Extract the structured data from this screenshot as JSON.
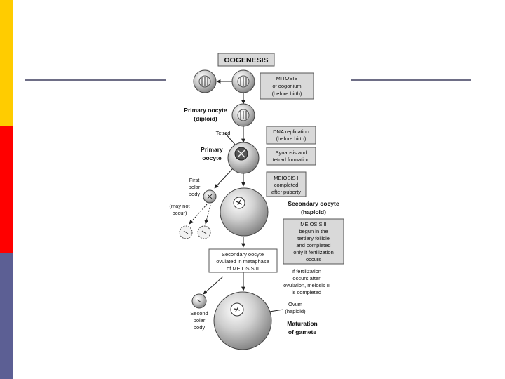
{
  "slide": {
    "accent_colors": {
      "yellow": "#ffcc00",
      "red": "#ff0000",
      "slate": "#5c5f94",
      "rule": "#6e6e86"
    }
  },
  "diagram": {
    "title": "OOGENESIS",
    "box_mitosis": [
      "MITOSIS",
      "of oogonium",
      "(before birth)"
    ],
    "label_primary_diploid": [
      "Primary oocyte",
      "(diploid)"
    ],
    "label_tetrad": "Tetrad",
    "box_dna": [
      "DNA replication",
      "(before birth)"
    ],
    "label_primary": [
      "Primary",
      "oocyte"
    ],
    "box_synapsis": [
      "Synapsis and",
      "tetrad formation"
    ],
    "box_meiosis1": [
      "MEIOSIS I",
      "completed",
      "after puberty"
    ],
    "label_first_polar": [
      "First",
      "polar",
      "body"
    ],
    "label_may_not": [
      "(may not",
      "occur)"
    ],
    "label_secondary_haploid": [
      "Secondary oocyte",
      "(haploid)"
    ],
    "box_meiosis2": [
      "MEIOSIS II",
      "begun in the",
      "tertiary follicle",
      "and completed",
      "only if fertilization",
      "occurs"
    ],
    "box_ovulated": [
      "Secondary oocyte",
      "ovulated in metaphase",
      "of MEIOSIS II"
    ],
    "label_fertilization": [
      "If fertilization",
      "occurs after",
      "ovulation, meiosis II",
      "is completed"
    ],
    "label_ovum": [
      "Ovum",
      "(haploid)"
    ],
    "label_second_polar": [
      "Second",
      "polar",
      "body"
    ],
    "label_maturation": [
      "Maturation",
      "of gamete"
    ]
  }
}
